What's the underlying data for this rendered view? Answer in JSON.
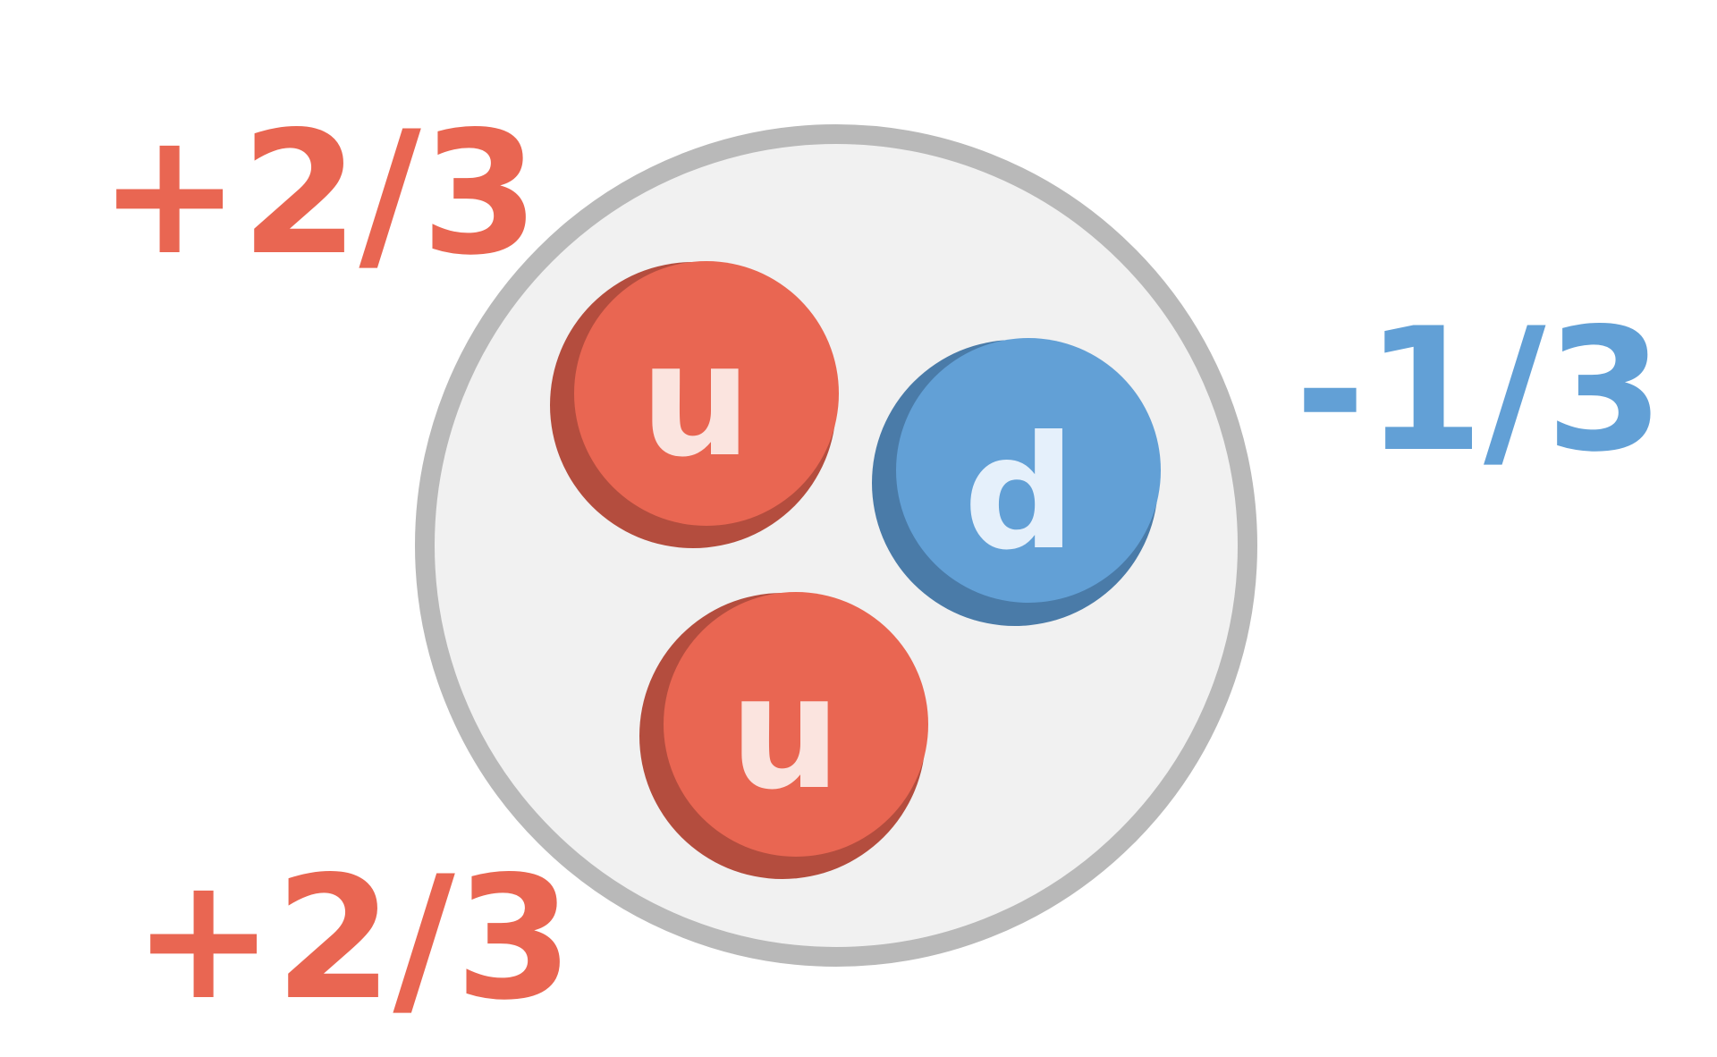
{
  "colors": {
    "background": "#ffffff",
    "hadron_fill": "#f1f1f1",
    "hadron_stroke": "#b9b9b9",
    "up_quark": "#e96652",
    "up_quark_shade": "#b44d3e",
    "up_letter": "#fbe4df",
    "down_quark": "#62a0d6",
    "down_quark_shade": "#4a7ba8",
    "down_letter": "#e5f0fb",
    "positive_charge": "#e96652",
    "negative_charge": "#62a0d6"
  },
  "quarks": [
    {
      "id": "up-top",
      "letter": "u",
      "flavor": "up",
      "charge": "+2/3"
    },
    {
      "id": "down",
      "letter": "d",
      "flavor": "down",
      "charge": "-1/3"
    },
    {
      "id": "up-bottom",
      "letter": "u",
      "flavor": "up",
      "charge": "+2/3"
    }
  ]
}
